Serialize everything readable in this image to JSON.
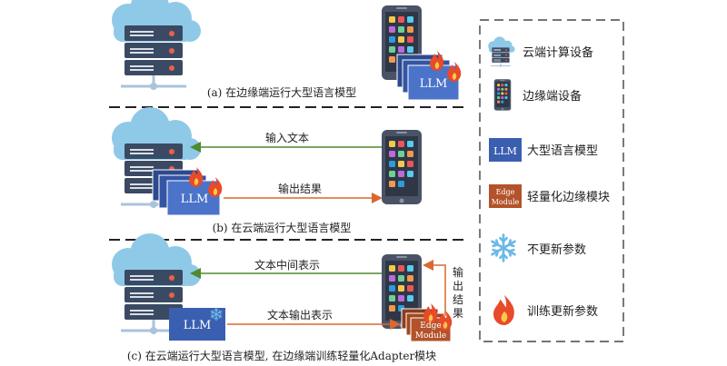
{
  "panels": {
    "a": {
      "caption": "(a) 在边缘端运行大型语言模型",
      "llm_label": "LLM"
    },
    "b": {
      "caption": "(b) 在云端运行大型语言模型",
      "upload_label": "输入文本",
      "download_label": "输出结果",
      "llm_label": "LLM"
    },
    "c": {
      "caption": "(c) 在云端运行大型语言模型, 在边缘端训练轻量化Adapter模块",
      "upload_label": "文本中间表示",
      "download_label": "文本输出表示",
      "side_label": "输出结果",
      "llm_label": "LLM",
      "edge_module_line1": "Edge",
      "edge_module_line2": "Module"
    }
  },
  "legend": {
    "items": [
      {
        "icon": "cloud-server-icon",
        "label": "云端计算设备"
      },
      {
        "icon": "phone-icon",
        "label": "边缘端设备"
      },
      {
        "icon": "llm-box-icon",
        "icon_text": "LLM",
        "label": "大型语言模型"
      },
      {
        "icon": "edge-module-icon",
        "icon_text1": "Edge",
        "icon_text2": "Module",
        "label": "轻量化边缘模块"
      },
      {
        "icon": "snowflake-icon",
        "label": "不更新参数"
      },
      {
        "icon": "fire-icon",
        "label": "训练更新参数"
      }
    ]
  },
  "colors": {
    "cloud": "#8fc9e8",
    "server": "#3b4a63",
    "llm_box": "#3b5fb0",
    "edge_module": "#b3532b",
    "upload_arrow": "#4f8a2f",
    "download_arrow": "#d9692e",
    "phone_body": "#4a5366",
    "snowflake": "#6cb8e6",
    "fire": "#e84a2a"
  }
}
